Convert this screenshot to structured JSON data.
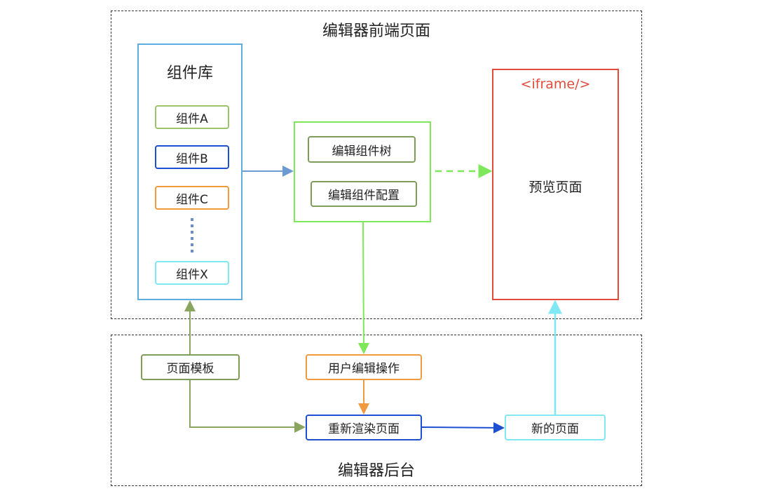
{
  "zones": {
    "frontend": {
      "title": "编辑器前端页面"
    },
    "backend": {
      "title": "编辑器后台"
    }
  },
  "component_library": {
    "title": "组件库",
    "color": "#5DADE2",
    "items": [
      {
        "label": "组件A",
        "color": "#9BC46A"
      },
      {
        "label": "组件B",
        "color": "#1F4FD1"
      },
      {
        "label": "组件C",
        "color": "#F0993E"
      },
      {
        "label": "组件X",
        "color": "#7FE8F2"
      }
    ],
    "ellipsis_color": "#6C8EC4"
  },
  "editor_panel": {
    "color": "#7EE85A",
    "items": [
      {
        "label": "编辑组件树",
        "color": "#7E9C5A"
      },
      {
        "label": "编辑组件配置",
        "color": "#7E9C5A"
      }
    ]
  },
  "preview": {
    "tag": "<iframe/>",
    "label": "预览页面",
    "color": "#E24B3A"
  },
  "backend_nodes": {
    "page_template": {
      "label": "页面模板",
      "color": "#7E9C5A"
    },
    "user_edit_ops": {
      "label": "用户编辑操作",
      "color": "#F0993E"
    },
    "rerender": {
      "label": "重新渲染页面",
      "color": "#1F4FD1"
    },
    "new_page": {
      "label": "新的页面",
      "color": "#7FE8F2"
    }
  },
  "edges": [
    {
      "from": "component_library",
      "to": "editor_panel",
      "color": "#6C9BD2",
      "style": "solid"
    },
    {
      "from": "editor_panel",
      "to": "preview",
      "color": "#7EE85A",
      "style": "dashed"
    },
    {
      "from": "editor_panel",
      "to": "user_edit_ops",
      "color": "#7EE85A",
      "style": "solid"
    },
    {
      "from": "page_template",
      "to": "component_library",
      "color": "#8AA560",
      "style": "solid"
    },
    {
      "from": "page_template",
      "to": "rerender",
      "color": "#8AA560",
      "style": "solid"
    },
    {
      "from": "user_edit_ops",
      "to": "rerender",
      "color": "#F0993E",
      "style": "solid"
    },
    {
      "from": "rerender",
      "to": "new_page",
      "color": "#1F4FD1",
      "style": "solid"
    },
    {
      "from": "new_page",
      "to": "preview",
      "color": "#7FE8F2",
      "style": "solid"
    }
  ]
}
